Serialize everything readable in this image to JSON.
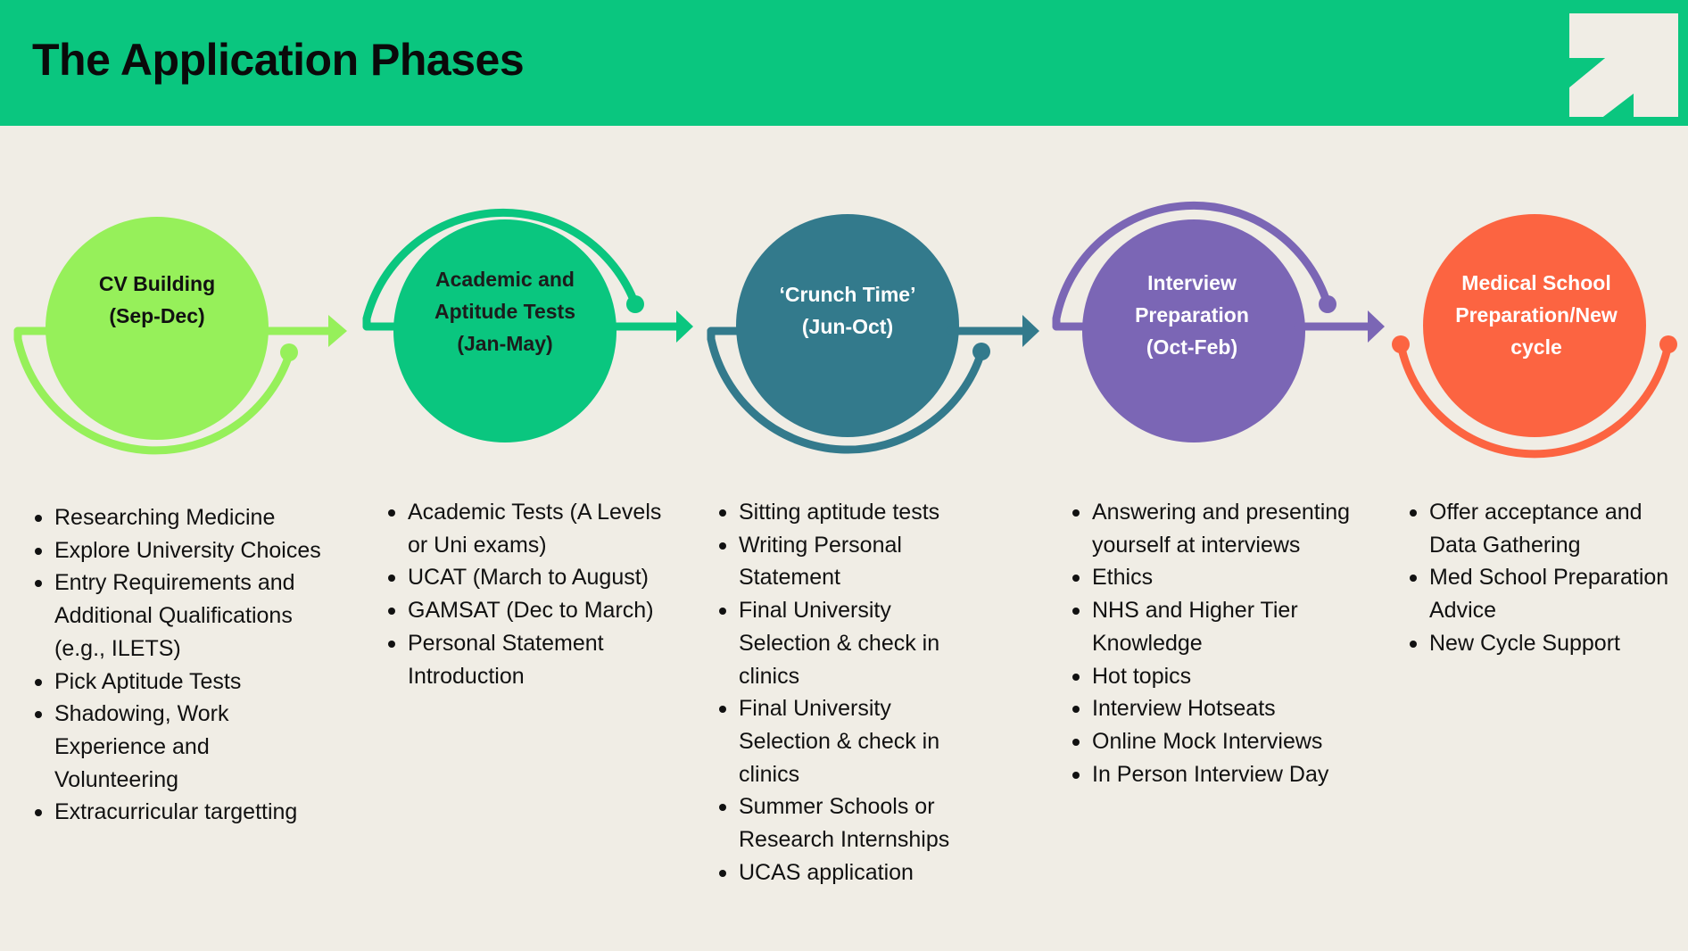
{
  "header": {
    "title": "The Application Phases",
    "background_color": "#0ac67f",
    "logo_icon": "arrow-up-right-logo-icon"
  },
  "phases": [
    {
      "label_line1": "CV Building",
      "label_line2": "(Sep-Dec)",
      "label_line3": "",
      "color": "#96f05a",
      "text_color": "#111111",
      "bullets": [
        "Researching Medicine",
        "Explore University Choices",
        "Entry Requirements and Additional Qualifications (e.g., ILETS)",
        "Pick Aptitude Tests",
        "Shadowing, Work Experience and Volunteering",
        "Extracurricular targetting"
      ]
    },
    {
      "label_line1": "Academic and",
      "label_line2": "Aptitude Tests",
      "label_line3": "(Jan-May)",
      "color": "#0ac67f",
      "text_color": "#1c1c1c",
      "bullets": [
        "Academic Tests (A Levels or Uni exams)",
        "UCAT (March to August)",
        "GAMSAT (Dec to March)",
        "Personal Statement Introduction"
      ]
    },
    {
      "label_line1": "‘Crunch Time’",
      "label_line2": "(Jun-Oct)",
      "label_line3": "",
      "color": "#337a8c",
      "text_color": "#ffffff",
      "bullets": [
        "Sitting aptitude tests",
        "Writing Personal Statement",
        "Final University Selection & check in clinics",
        "Final University Selection & check in clinics",
        "Summer Schools or Research Internships",
        "UCAS application"
      ]
    },
    {
      "label_line1": "Interview",
      "label_line2": "Preparation",
      "label_line3": "(Oct-Feb)",
      "color": "#7b66b5",
      "text_color": "#ffffff",
      "bullets": [
        "Answering and presenting yourself at interviews",
        "Ethics",
        "NHS and Higher Tier Knowledge",
        "Hot topics",
        "Interview Hotseats",
        "Online Mock Interviews",
        "In Person Interview Day"
      ]
    },
    {
      "label_line1": "Medical School",
      "label_line2": "Preparation/New",
      "label_line3": "cycle",
      "color": "#fc6441",
      "text_color": "#ffffff",
      "bullets": [
        "Offer acceptance and Data Gathering",
        "Med School Preparation Advice",
        "New Cycle Support"
      ]
    }
  ]
}
